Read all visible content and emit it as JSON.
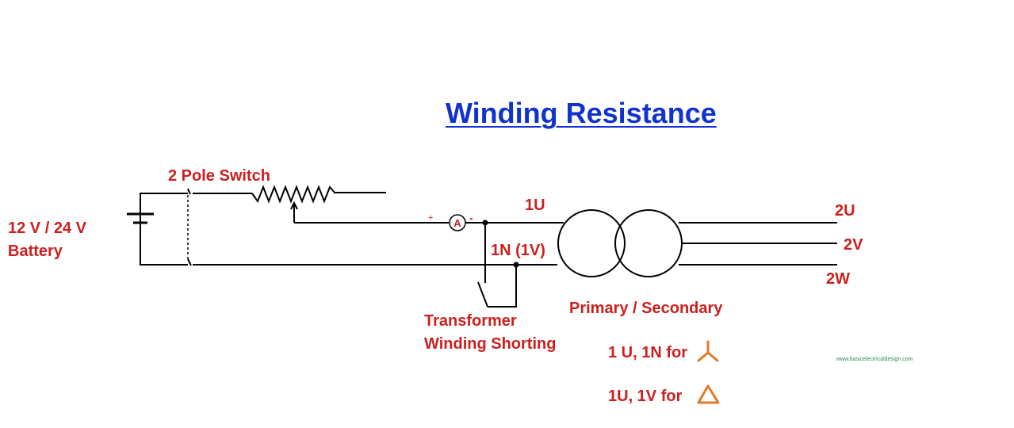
{
  "title": "Winding Resistance",
  "labels": {
    "switch": "2 Pole Switch",
    "battery_line1": "12 V / 24 V",
    "battery_line2": "Battery",
    "terminal_1u": "1U",
    "terminal_1n": "1N (1V)",
    "terminal_2u": "2U",
    "terminal_2v": "2V",
    "terminal_2w": "2W",
    "shorting_line1": "Transformer",
    "shorting_line2": "Winding Shorting",
    "primary_secondary": "Primary / Secondary",
    "star_note": "1 U, 1N for",
    "delta_note": "1U, 1V for",
    "ammeter": "A",
    "plus_sign": "+",
    "minus_sign": "-",
    "watermark": "www.basicelectricaldesign.com"
  },
  "colors": {
    "title": "#1133cc",
    "label": "#cc1f1f",
    "symbol": "#e07b2a",
    "wire": "#000000",
    "ammeter": "#cc1f1f",
    "watermark": "#2e8b57"
  },
  "icons": {
    "star": "star-connection-icon",
    "delta": "delta-connection-icon"
  }
}
